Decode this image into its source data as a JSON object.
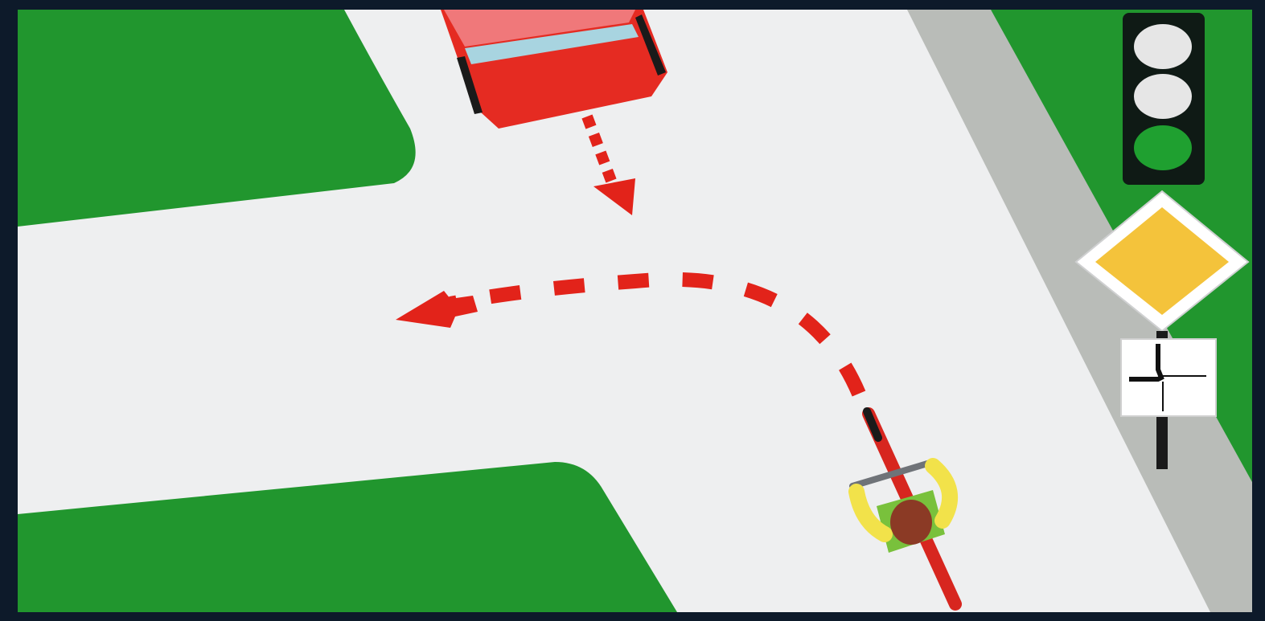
{
  "scene": {
    "description_free": true,
    "traffic_light": {
      "active_lamp": "green",
      "lamps": [
        "off",
        "off",
        "green"
      ]
    },
    "signs": [
      {
        "icon": "priority-road-sign",
        "shape": "diamond"
      },
      {
        "icon": "priority-road-bends-left-sign",
        "shape": "square"
      }
    ],
    "vehicles": [
      {
        "icon": "red-car-icon",
        "direction": "straight-down"
      },
      {
        "icon": "cyclist-icon",
        "direction": "turn-left"
      }
    ]
  },
  "colors": {
    "frame": "#0d1a2a",
    "grass": "#21962e",
    "road": "#eeeff0",
    "sidewalk": "#b9bcb8",
    "path_arrow": "#e2231a",
    "car": "#e52b22",
    "car_roof": "#f0787a",
    "windshield": "#a8d4e0",
    "light_housing": "#0f1a15",
    "lamp_off": "#e6e6e6",
    "lamp_green": "#1fa030",
    "sign_yellow": "#f4c33b",
    "rider_shirt": "#f2e24a",
    "rider_back": "#79c13c",
    "helmet": "#8b3a25"
  }
}
